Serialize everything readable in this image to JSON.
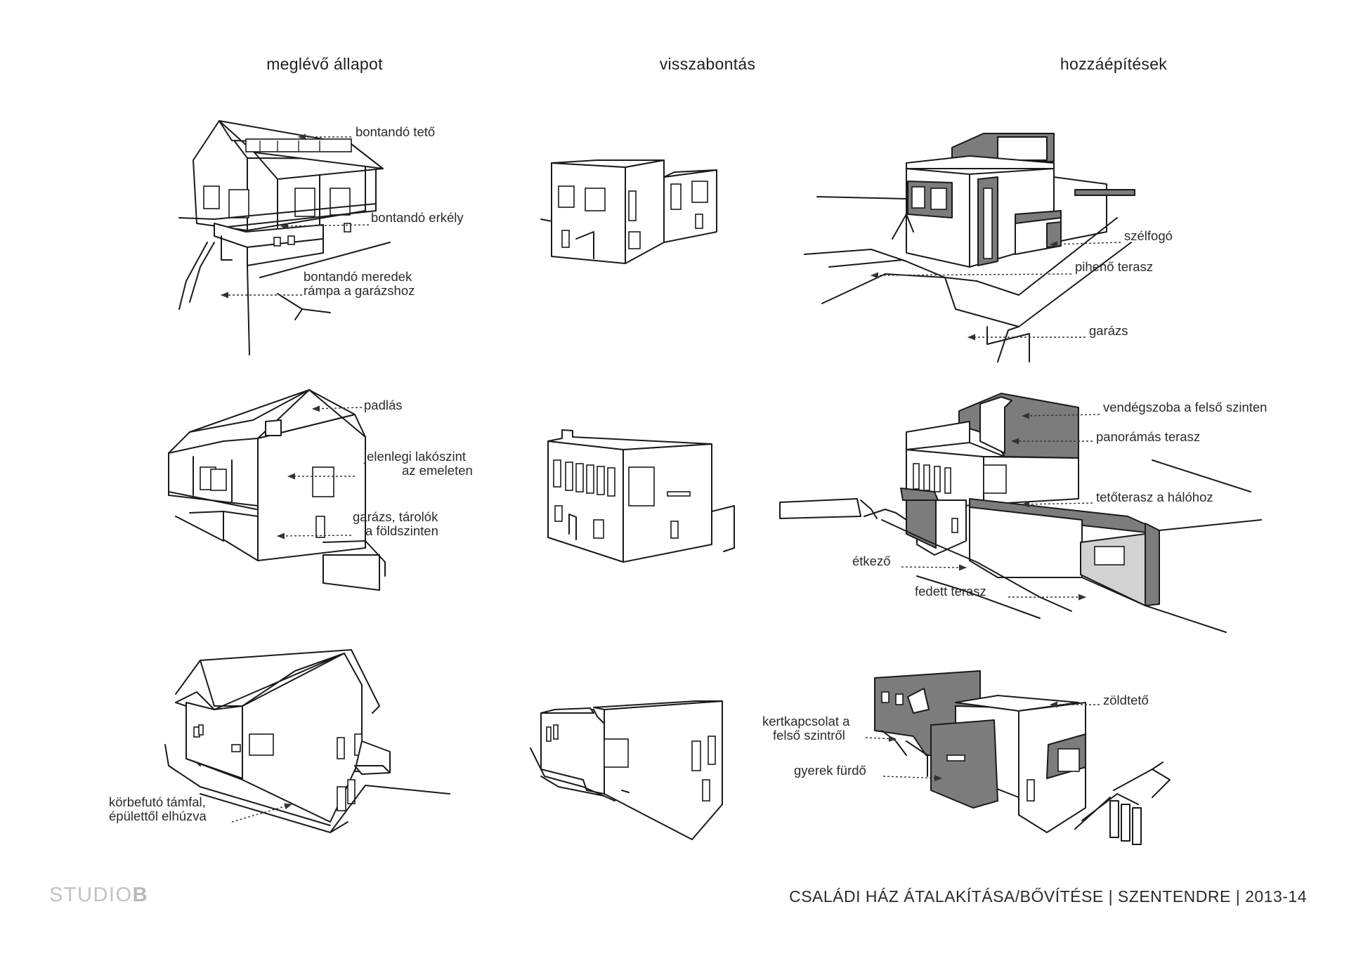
{
  "columns": {
    "existing": "meglévő állapot",
    "demolition": "visszabontás",
    "additions": "hozzáépítések"
  },
  "labels": {
    "roof_demolish": "bontandó tető",
    "balcony_demolish": "bontandó erkély",
    "ramp_line1": "bontandó meredek",
    "ramp_line2": "rámpa a garázshoz",
    "attic": "padlás",
    "living_line1": "jelenlegi lakószint",
    "living_line2": "az emeleten",
    "garage_line1": "garázs, tárolók",
    "garage_line2": "a földszinten",
    "wall_line1": "körbefutó támfal,",
    "wall_line2": "épülettől elhúzva",
    "windbreak": "szélfogó",
    "rest_terrace": "pihenő terasz",
    "garage": "garázs",
    "guest_room": "vendégszoba a felső szinten",
    "panorama_terrace": "panorámás terasz",
    "roof_terrace": "tetőterasz a hálóhoz",
    "dining": "étkező",
    "covered_terrace": "fedett terasz",
    "green_roof": "zöldtető",
    "garden_line1": "kertkapcsolat a",
    "garden_line2": "felső szintről",
    "kids_bath": "gyerek fürdő"
  },
  "brand": {
    "light": "STUDIO",
    "bold": "B"
  },
  "footer": "CSALÁDI HÁZ ÁTALAKÍTÁSA/BŐVÍTÉSE | SZENTENDRE | 2013-14",
  "colors": {
    "dark_fill": "#7c7c7c",
    "light_fill": "#d2d2d2",
    "brand": "#c2c2c2"
  }
}
